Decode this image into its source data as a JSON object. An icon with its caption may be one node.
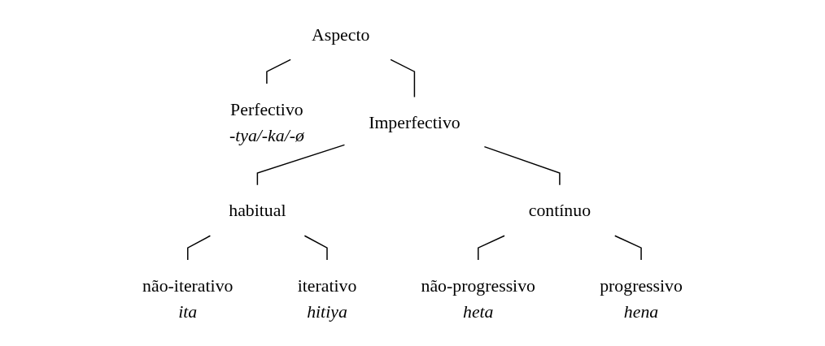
{
  "diagram": {
    "nodes": [
      {
        "text": [
          "Aspecto"
        ]
      },
      {
        "text": [
          "Perfectivo",
          "-tya/-ka/-ø"
        ]
      },
      {
        "text": [
          "Imperfectivo"
        ]
      },
      {
        "text": [
          "habitual"
        ]
      },
      {
        "text": [
          "contínuo"
        ]
      },
      {
        "text": [
          "não-iterativo",
          "ita"
        ]
      },
      {
        "text": [
          "iterativo",
          "hitiya"
        ]
      },
      {
        "text": [
          "não-progressivo",
          "heta"
        ]
      },
      {
        "text": [
          "progressivo",
          "hena"
        ]
      }
    ],
    "edges": [
      {
        "from": 0,
        "to": 1,
        "arrow": "none"
      },
      {
        "from": 0,
        "to": 2,
        "arrow": "none"
      },
      {
        "from": 2,
        "to": 3,
        "arrow": "none"
      },
      {
        "from": 2,
        "to": 4,
        "arrow": "none"
      },
      {
        "from": 3,
        "to": 5,
        "arrow": "none"
      },
      {
        "from": 3,
        "to": 6,
        "arrow": "none"
      },
      {
        "from": 4,
        "to": 7,
        "arrow": "none"
      },
      {
        "from": 4,
        "to": 8,
        "arrow": "none"
      }
    ]
  }
}
